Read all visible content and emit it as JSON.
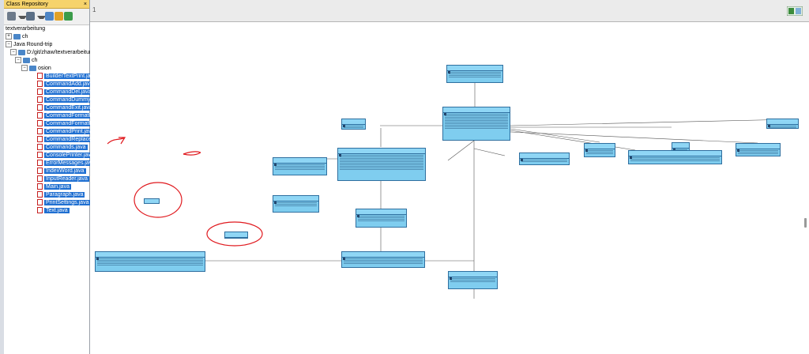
{
  "panel": {
    "title": "Class Repository",
    "close": "×",
    "tree": [
      {
        "label": "textverarbeitung",
        "type": "text"
      },
      {
        "label": "ch",
        "type": "folder"
      },
      {
        "label": "Java Round-trip",
        "type": "text"
      },
      {
        "label": "D:/git/zhaw/textverarbeitung/src",
        "type": "folder"
      },
      {
        "label": "ch",
        "type": "folder"
      },
      {
        "label": "osion",
        "type": "folder"
      },
      {
        "label": "BuilderTextPrint.java",
        "type": "file"
      },
      {
        "label": "CommandAdd.java",
        "type": "file"
      },
      {
        "label": "CommandDel.java",
        "type": "file"
      },
      {
        "label": "CommandDummy.java",
        "type": "file"
      },
      {
        "label": "CommandExit.java",
        "type": "file"
      },
      {
        "label": "CommandFormatFix.java",
        "type": "file"
      },
      {
        "label": "CommandFormatRaw.java",
        "type": "file"
      },
      {
        "label": "CommandPrint.java",
        "type": "file"
      },
      {
        "label": "CommandReplace.java",
        "type": "file"
      },
      {
        "label": "Commands.java",
        "type": "file"
      },
      {
        "label": "ConsolePrinter.java",
        "type": "file"
      },
      {
        "label": "ErrorMessages.java",
        "type": "file"
      },
      {
        "label": "IndexWord.java",
        "type": "file"
      },
      {
        "label": "InputReader.java",
        "type": "file"
      },
      {
        "label": "Main.java",
        "type": "file"
      },
      {
        "label": "Paragraph.java",
        "type": "file"
      },
      {
        "label": "PrintSettings.java",
        "type": "file"
      },
      {
        "label": "Text.java",
        "type": "file"
      }
    ]
  },
  "editor": {
    "tab_label": "1"
  },
  "colors": {
    "class_fill": "#7fcdef",
    "class_border": "#2f6f9f",
    "selection": "#1f6fd1",
    "annotation": "#e0191e",
    "panel_title": "#f6d36b"
  }
}
